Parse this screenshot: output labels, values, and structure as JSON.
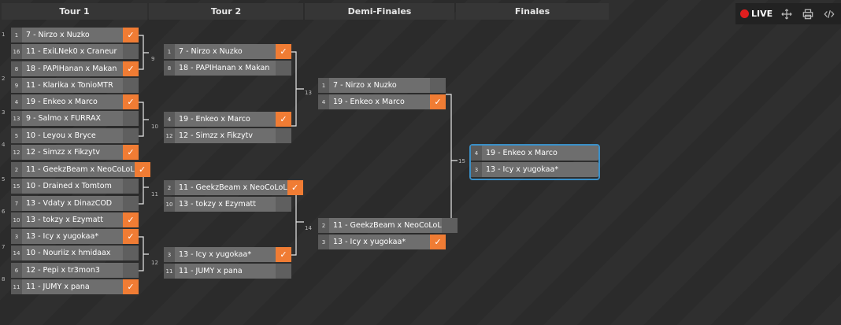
{
  "rounds": [
    "Tour 1",
    "Tour 2",
    "Demi-Finales",
    "Finales"
  ],
  "toolbar": {
    "live_label": "LIVE",
    "icons": [
      "move-icon",
      "print-icon",
      "code-icon"
    ]
  },
  "check_mark": "✓",
  "round1": [
    {
      "num": "1",
      "top": {
        "seed": "1",
        "team": "7 - Nirzo x Nuzko",
        "win": true
      },
      "bottom": {
        "seed": "16",
        "team": "11 - ExiLNek0 x Craneur",
        "win": false
      }
    },
    {
      "num": "2",
      "top": {
        "seed": "8",
        "team": "18 - PAPIHanan x Makan",
        "win": true
      },
      "bottom": {
        "seed": "9",
        "team": "11 - Klarika x TonioMTR",
        "win": false
      }
    },
    {
      "num": "3",
      "top": {
        "seed": "4",
        "team": "19 - Enkeo x Marco",
        "win": true
      },
      "bottom": {
        "seed": "13",
        "team": "9 - Salmo x FURRAX",
        "win": false
      }
    },
    {
      "num": "4",
      "top": {
        "seed": "5",
        "team": "10 - Leyou x Bryce",
        "win": false
      },
      "bottom": {
        "seed": "12",
        "team": "12 - Simzz x Fikzytv",
        "win": true
      }
    },
    {
      "num": "5",
      "top": {
        "seed": "2",
        "team": "11 - GeekzBeam x NeoCoLoL",
        "win": true
      },
      "bottom": {
        "seed": "15",
        "team": "10 - Drained x Tomtom",
        "win": false
      }
    },
    {
      "num": "6",
      "top": {
        "seed": "7",
        "team": "13 - Vdaty x DinazCOD",
        "win": false
      },
      "bottom": {
        "seed": "10",
        "team": "13 - tokzy x Ezymatt",
        "win": true
      }
    },
    {
      "num": "7",
      "top": {
        "seed": "3",
        "team": "13 - Icy x yugokaa*",
        "win": true
      },
      "bottom": {
        "seed": "14",
        "team": "10 - Nouriiz x hmidaax",
        "win": false
      }
    },
    {
      "num": "8",
      "top": {
        "seed": "6",
        "team": "12 - Pepi x tr3mon3",
        "win": false
      },
      "bottom": {
        "seed": "11",
        "team": "11 - JUMY x pana",
        "win": true
      }
    }
  ],
  "round2": [
    {
      "num": "9",
      "top": {
        "seed": "1",
        "team": "7 - Nirzo x Nuzko",
        "win": true
      },
      "bottom": {
        "seed": "8",
        "team": "18 - PAPIHanan x Makan",
        "win": false
      }
    },
    {
      "num": "10",
      "top": {
        "seed": "4",
        "team": "19 - Enkeo x Marco",
        "win": true
      },
      "bottom": {
        "seed": "12",
        "team": "12 - Simzz x Fikzytv",
        "win": false
      }
    },
    {
      "num": "11",
      "top": {
        "seed": "2",
        "team": "11 - GeekzBeam x NeoCoLoL",
        "win": true
      },
      "bottom": {
        "seed": "10",
        "team": "13 - tokzy x Ezymatt",
        "win": false
      }
    },
    {
      "num": "12",
      "top": {
        "seed": "3",
        "team": "13 - Icy x yugokaa*",
        "win": true
      },
      "bottom": {
        "seed": "11",
        "team": "11 - JUMY x pana",
        "win": false
      }
    }
  ],
  "round3": [
    {
      "num": "13",
      "top": {
        "seed": "1",
        "team": "7 - Nirzo x Nuzko",
        "win": false
      },
      "bottom": {
        "seed": "4",
        "team": "19 - Enkeo x Marco",
        "win": true
      }
    },
    {
      "num": "14",
      "top": {
        "seed": "2",
        "team": "11 - GeekzBeam x NeoCoLoL",
        "win": false
      },
      "bottom": {
        "seed": "3",
        "team": "13 - Icy x yugokaa*",
        "win": true
      }
    }
  ],
  "round4": [
    {
      "num": "15",
      "top": {
        "seed": "4",
        "team": "19 - Enkeo x Marco",
        "win": null
      },
      "bottom": {
        "seed": "3",
        "team": "13 - Icy x yugokaa*",
        "win": null
      }
    }
  ]
}
